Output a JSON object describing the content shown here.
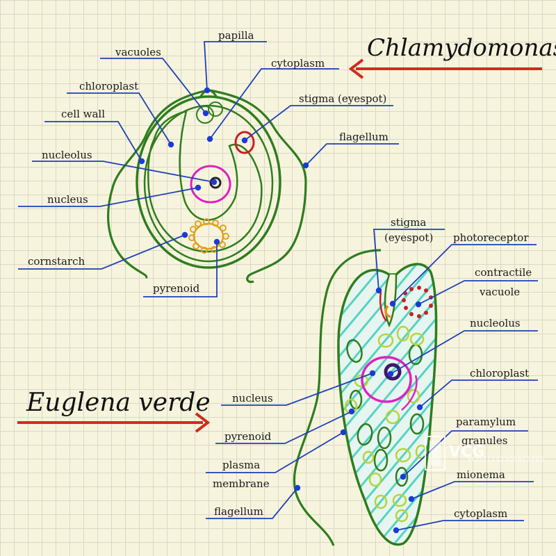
{
  "colors": {
    "paper": "#f7f4dd",
    "membrane": "#2e7d1e",
    "leader": "#1e40b8",
    "nucleus": "#e020c0",
    "stigma": "#cc1f1f",
    "arrow": "#d42a1e",
    "starch": "#e0a11b",
    "stripe": "#55d3c2"
  },
  "chlamydomonas": {
    "title": "Chlamydomonas",
    "labels": {
      "papilla": "papilla",
      "vacuoles": "vacuoles",
      "cytoplasm": "cytoplasm",
      "chloroplast": "chloroplast",
      "stigma": "stigma (eyespot)",
      "cell_wall": "cell wall",
      "flagellum": "flagellum",
      "nucleolus": "nucleolus",
      "nucleus": "nucleus",
      "cornstarch": "cornstarch",
      "pyrenoid": "pyrenoid"
    }
  },
  "euglena": {
    "title": "Euglena verde",
    "labels": {
      "stigma_1": "stigma",
      "stigma_2": "(eyespot)",
      "photoreceptor": "photoreceptor",
      "contractile_1": "contractile",
      "contractile_2": "vacuole",
      "nucleolus": "nucleolus",
      "chloroplast": "chloroplast",
      "nucleus": "nucleus",
      "paramylum_1": "paramylum",
      "paramylum_2": "granules",
      "pyrenoid": "pyrenoid",
      "plasma_1": "plasma",
      "plasma_2": "membrane",
      "mionema": "mionema",
      "flagellum": "flagellum",
      "cytoplasm": "cytoplasm"
    }
  },
  "watermark": {
    "logo": "VCG",
    "id": "VCG21112306665495"
  }
}
